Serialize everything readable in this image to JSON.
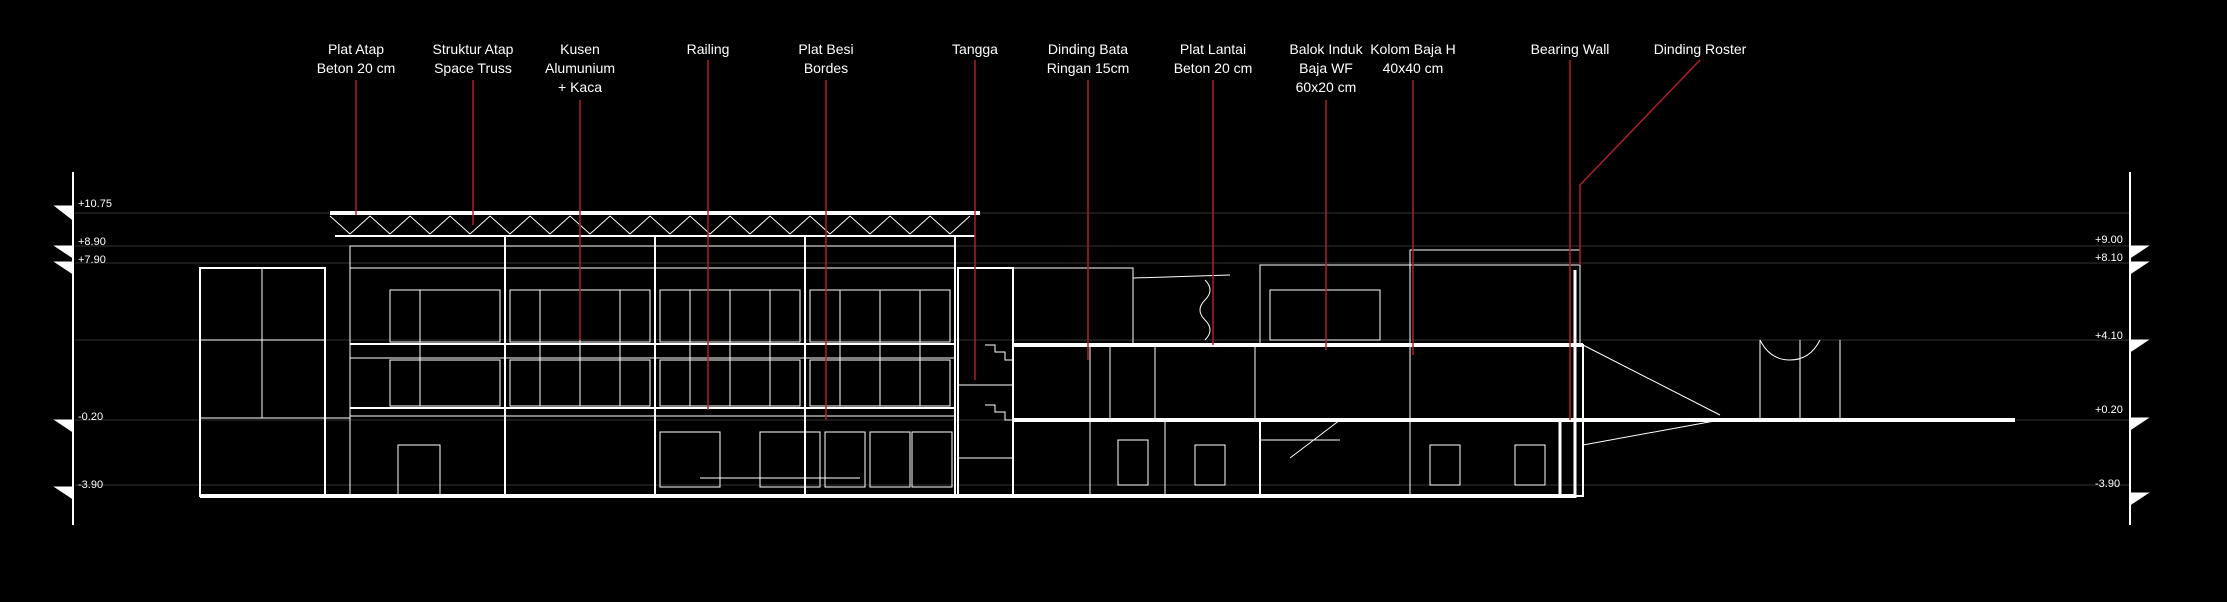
{
  "callouts": [
    {
      "id": "plat-atap",
      "text": "Plat Atap\nBeton 20 cm"
    },
    {
      "id": "struktur-atap",
      "text": "Struktur Atap\nSpace Truss"
    },
    {
      "id": "kusen",
      "text": "Kusen\nAlumunium\n+ Kaca"
    },
    {
      "id": "railing",
      "text": "Railing"
    },
    {
      "id": "plat-besi",
      "text": "Plat Besi\nBordes"
    },
    {
      "id": "tangga",
      "text": "Tangga"
    },
    {
      "id": "dinding-bata",
      "text": "Dinding Bata\nRingan 15cm"
    },
    {
      "id": "plat-lantai",
      "text": "Plat Lantai\nBeton 20 cm"
    },
    {
      "id": "balok-induk",
      "text": "Balok Induk\nBaja WF\n60x20 cm"
    },
    {
      "id": "kolom-baja",
      "text": "Kolom Baja H\n40x40 cm"
    },
    {
      "id": "bearing-wall",
      "text": "Bearing Wall"
    },
    {
      "id": "dinding-roster",
      "text": "Dinding Roster"
    }
  ],
  "levels_left": [
    "+10.75",
    "+8.90",
    "+7.90",
    "-0.20",
    "-3.90"
  ],
  "levels_right": [
    "+9.00",
    "+8.10",
    "+4.10",
    "+0.20",
    "-3.90"
  ],
  "colors": {
    "background": "#000000",
    "lines": "#ffffff",
    "leader": "#b01e2b"
  }
}
